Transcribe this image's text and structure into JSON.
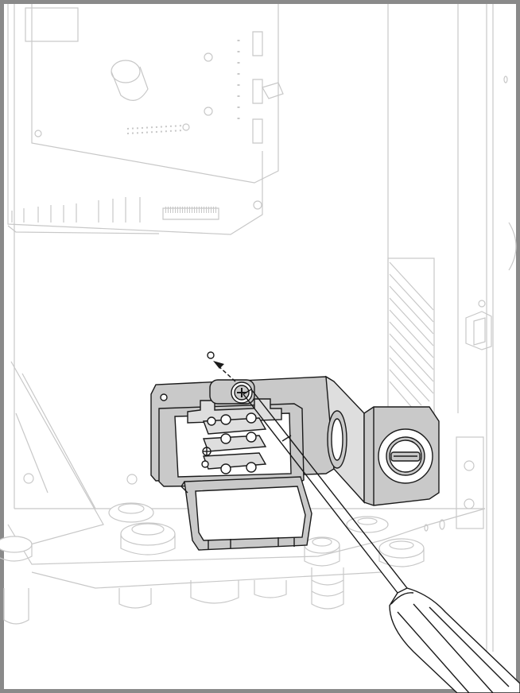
{
  "figure": {
    "kind": "installation-step-illustration",
    "text_labels": [],
    "colors": {
      "frame_border": "#8a8a8a",
      "background_lines": "#c8c8c8",
      "highlight_lines": "#1a1a1a",
      "highlight_fill": "#c9c9c9",
      "screwdriver_handle": "#ffffff"
    },
    "parts": [
      "enclosure-frame",
      "control-circuit-board",
      "cable-glands",
      "terminal-block",
      "terminal-cover",
      "fixing-screw",
      "screw-hole",
      "removal-arrow",
      "mounting-bracket",
      "key-lock",
      "screwdriver"
    ],
    "action": "loosen-screw"
  }
}
